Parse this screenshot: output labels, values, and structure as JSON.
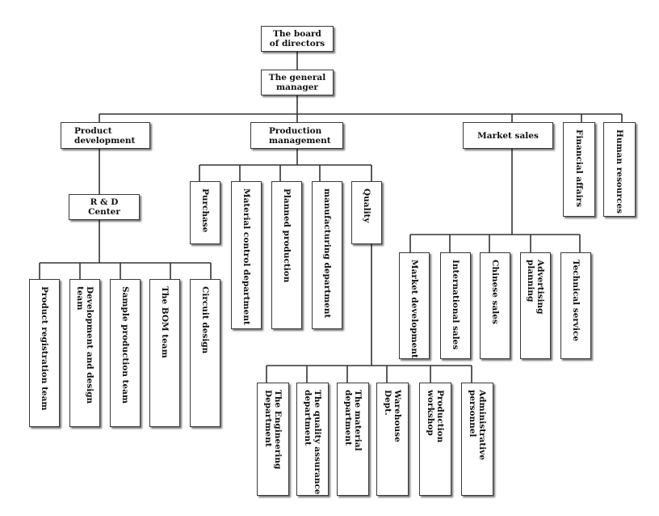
{
  "nodes": {
    "board": "The board\nof directors",
    "gm": "The general\nmanager",
    "product_dev": "Product\ndevelopment",
    "production_mgmt": "Production\nmanagement",
    "market_sales": "Market sales",
    "financial": "Financial affairs",
    "human_resources": "Human resources",
    "rd_center": "R & D\nCenter",
    "product_registration": "Product registration team",
    "dev_design": "Development and design team",
    "sample_production": "Sample production team",
    "bom_team": "The BOM team",
    "circuit_design": "Circuit design",
    "purchase": "Purchase",
    "material_control": "Material control department",
    "planned_production": "Planned production",
    "manufacturing": "manufacturing department",
    "quality": "Quality",
    "engineering": "The Engineering\nDepartment",
    "quality_assurance": "The quality assurance\ndepartment",
    "material_dept": "The material\ndepartment",
    "warehouse": "Warehouse\nDept.",
    "production_workshop": "Production\nworkshop",
    "admin_personnel": "Administrative\npersonnel",
    "market_development": "Market development",
    "international_sales": "International sales",
    "chinese_sales": "Chinese sales",
    "advertising_planning": "Advertising planning",
    "technical_service": "Technical service"
  }
}
